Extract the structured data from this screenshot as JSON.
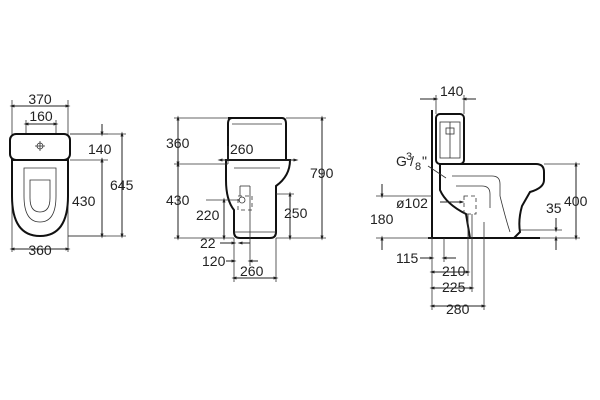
{
  "top_view": {
    "width_overall": "370",
    "seat_width": "160",
    "tank_depth": "140",
    "bowl_length": "430",
    "total_length": "645",
    "base_width": "360"
  },
  "front_view": {
    "tank_height": "360",
    "tank_width": "260",
    "bowl_height": "430",
    "total_height": "790",
    "outlet_height_left": "220",
    "outlet_height_right": "250",
    "offset_22": "22",
    "offset_120": "120",
    "base_width": "260"
  },
  "side_view": {
    "tank_depth": "140",
    "inlet_thread": "G3/8\"",
    "inlet_label_main": "G",
    "inlet_label_sup": "3",
    "inlet_label_sub": "8",
    "inlet_label_quote": "\"",
    "outlet_diameter": "ø102",
    "outlet_height": "180",
    "seat_height": "400",
    "rim_height": "35",
    "distance_115": "115",
    "distance_210": "210",
    "distance_225": "225",
    "distance_280": "280"
  }
}
